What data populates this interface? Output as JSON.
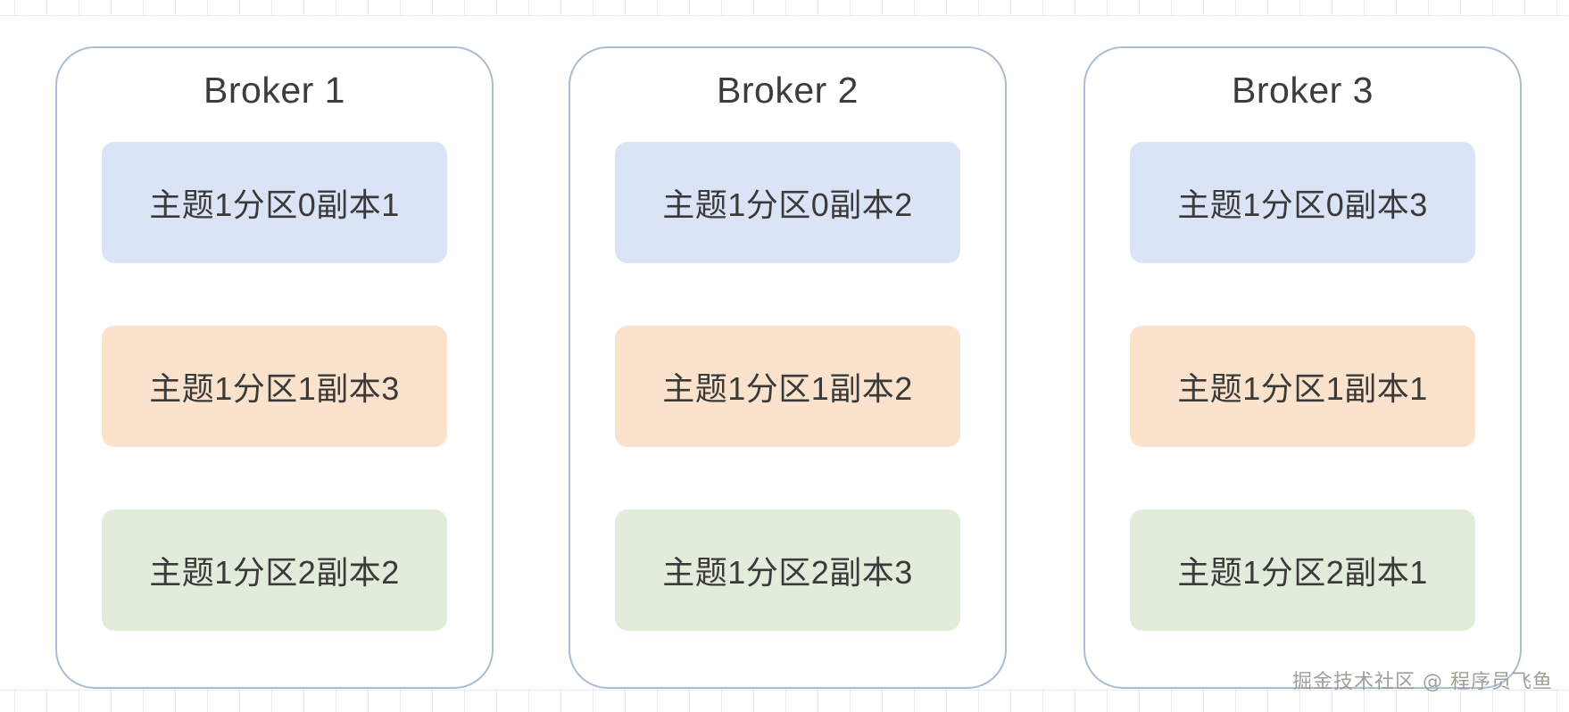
{
  "diagram": {
    "type": "kafka-replica-distribution",
    "brokers": [
      {
        "title": "Broker 1",
        "partitions": [
          {
            "label": "主题1分区0副本1",
            "color": "#dbe4f6",
            "color_name": "blue"
          },
          {
            "label": "主题1分区1副本3",
            "color": "#fae2cc",
            "color_name": "orange"
          },
          {
            "label": "主题1分区2副本2",
            "color": "#e2ecdb",
            "color_name": "green"
          }
        ]
      },
      {
        "title": "Broker 2",
        "partitions": [
          {
            "label": "主题1分区0副本2",
            "color": "#dbe4f6",
            "color_name": "blue"
          },
          {
            "label": "主题1分区1副本2",
            "color": "#fae2cc",
            "color_name": "orange"
          },
          {
            "label": "主题1分区2副本3",
            "color": "#e2ecdb",
            "color_name": "green"
          }
        ]
      },
      {
        "title": "Broker 3",
        "partitions": [
          {
            "label": "主题1分区0副本3",
            "color": "#dbe4f6",
            "color_name": "blue"
          },
          {
            "label": "主题1分区1副本1",
            "color": "#fae2cc",
            "color_name": "orange"
          },
          {
            "label": "主题1分区2副本1",
            "color": "#e2ecdb",
            "color_name": "green"
          }
        ]
      }
    ]
  },
  "watermark": {
    "text": "掘金技术社区 @ 程序员飞鱼"
  },
  "colors": {
    "broker_border": "#a8bcd4",
    "grid_line": "#c7d2e4",
    "canvas_background": "#ffffff",
    "text": "#3a3a3a",
    "title_text": "#3c3c3c",
    "watermark_text": "#9b9b93"
  }
}
